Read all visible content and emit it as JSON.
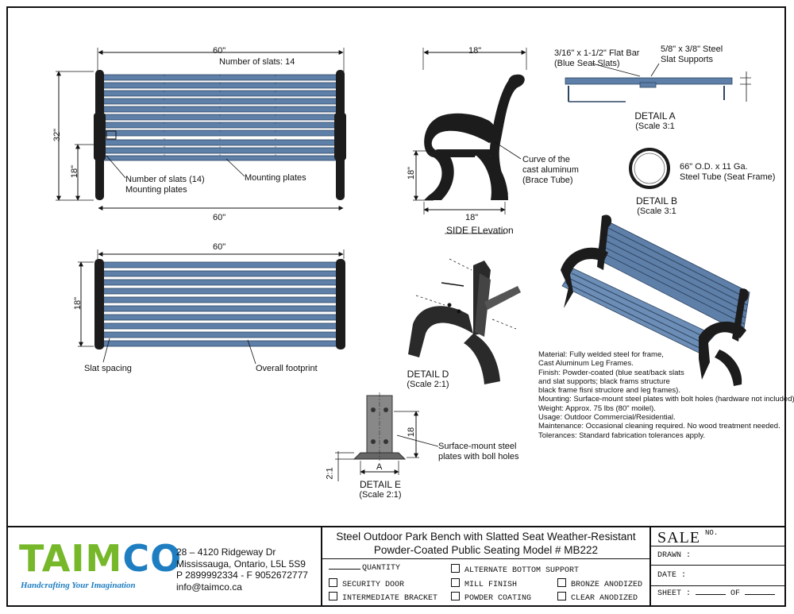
{
  "labels": {
    "front_width_top": "60\"",
    "slat_count": "Number of slats: 14",
    "front_height": "32\"",
    "front_seat_height": "18\"",
    "slats_mounting_line1": "Number of slats (14)",
    "slats_mounting_line2": "Mounting plates",
    "mounting_plates": "Mounting plates",
    "front_width_bottom": "60\"",
    "side_depth_top": "18\"",
    "side_height": "18\"",
    "side_depth_bottom": "18\"",
    "side_elevation": "SIDE ELevation",
    "curve_line1": "Curve of the",
    "curve_line2": "cast aluminum",
    "curve_line3": "(Brace Tube)",
    "flat_bar_line1": "3/16\" x 1-1/2\" Flat Bar",
    "flat_bar_line2": "(Blue Seat Slats)",
    "steel_supports_line1": "5/8\" x 3/8\" Steel",
    "steel_supports_line2": "Slat Supports",
    "detail_a": "DETAIL A",
    "detail_a_scale": "(Scale 3:1",
    "tube_line1": "66\" O.D. x 11 Ga.",
    "tube_line2": "Steel Tube (Seat Frame)",
    "detail_b": "DETAIL B",
    "detail_b_scale": "(Scale 3:1",
    "top_width": "60\"",
    "top_depth": "18\"",
    "slat_spacing": "Slat spacing",
    "overall_footprint": "Overall footprint",
    "detail_d": "DETAIL D",
    "detail_d_scale": "(Scale 2:1)",
    "detail_e_height": "18",
    "detail_e_a": "A",
    "detail_e_base": "2:1",
    "plates_line1": "Surface-mount steel",
    "plates_line2": "plates with boll holes",
    "detail_e": "DETAIL E",
    "detail_e_scale": "(Scale 2:1)"
  },
  "notes": [
    "Material: Fully welded steel for frame,",
    "Cast Aluminum Leg Frames.",
    "Finish: Powder-coated (blue seat/back slats",
    "and slat supports; black frams structure",
    "black frame fisni struclore and leg frames).",
    "Mounting: Surface-mount steel plates with bolt holes (hardware not included).",
    "Weight: Approx. 75 lbs (80\" moilel).",
    "Usage: Outdoor Commercial/Residential.",
    "Maintenance: Occasional cleaning required. No wood treatment needed.",
    "Tolerances: Standard fabrication tolerances apply."
  ],
  "title_block": {
    "logo_part1": "TAIM",
    "logo_part2": "CO",
    "tagline": "Handcrafting Your Imagination",
    "address1": "28 – 4120 Ridgeway Dr",
    "address2": "Mississauga, Ontario, L5L 5S9",
    "phone": "P 2899992334 - F 9052672777",
    "email": "info@taimco.ca",
    "title_line1": "Steel Outdoor Park Bench with Slatted Seat  Weather-Resistant",
    "title_line2": "Powder-Coated Public Seating Model # MB222",
    "quantity": "QUANTITY",
    "security_door": "SECURITY DOOR",
    "intermediate_bracket": "INTERMEDIATE BRACKET",
    "alternate_bottom_support": "ALTERNATE BOTTOM SUPPORT",
    "mill_finish": "MILL FINISH",
    "powder_coating": "POWDER COATING",
    "bronze_anodized": "BRONZE ANODIZED",
    "clear_anodized": "CLEAR ANODIZED",
    "sale": "SALE",
    "sale_no": "NO.",
    "drawn": "DRAWN :",
    "date": "DATE :",
    "sheet": "SHEET :",
    "of": "OF"
  },
  "colors": {
    "slat_blue": "#5e7fa8",
    "slat_edge": "#2e4563",
    "frame_black": "#1c1c1c",
    "logo_green": "#76b82a",
    "logo_blue": "#1f7ec1"
  }
}
